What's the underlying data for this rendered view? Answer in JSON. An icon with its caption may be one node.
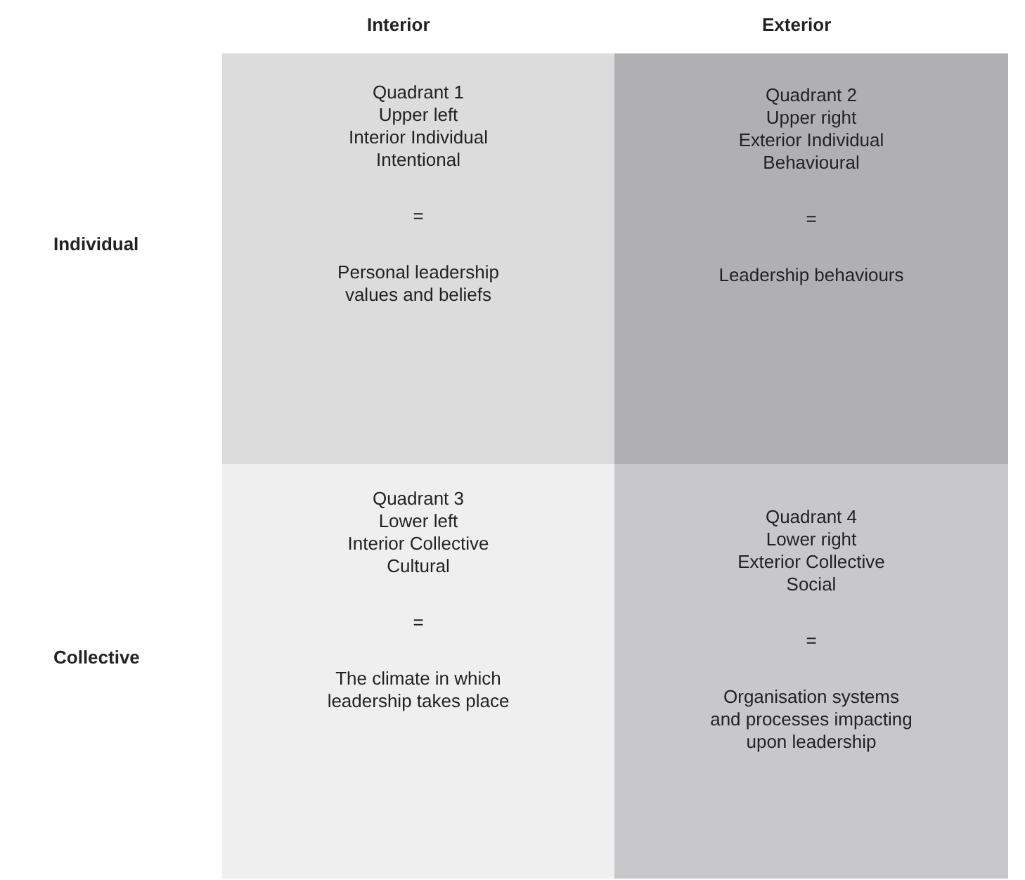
{
  "diagram": {
    "nodes": [
      {
        "text": [
          "Quadrant 1",
          "Upper left",
          "Interior Individual",
          "Intentional",
          "=",
          "Personal leadership values and beliefs"
        ]
      },
      {
        "text": [
          "Quadrant 2",
          "Upper right",
          "Exterior Individual",
          "Behavioural",
          "=",
          "Leadership behaviours"
        ]
      },
      {
        "text": [
          "Quadrant 3",
          "Lower left",
          "Interior Collective",
          "Cultural",
          "=",
          "The climate in which leadership takes place"
        ]
      },
      {
        "text": [
          "Quadrant 4",
          "Lower right",
          "Exterior Collective",
          "Social",
          "=",
          "Organisation systems and processes impacting upon leadership"
        ]
      }
    ],
    "labels": [
      "Interior",
      "Exterior",
      "Individual",
      "Collective"
    ]
  }
}
